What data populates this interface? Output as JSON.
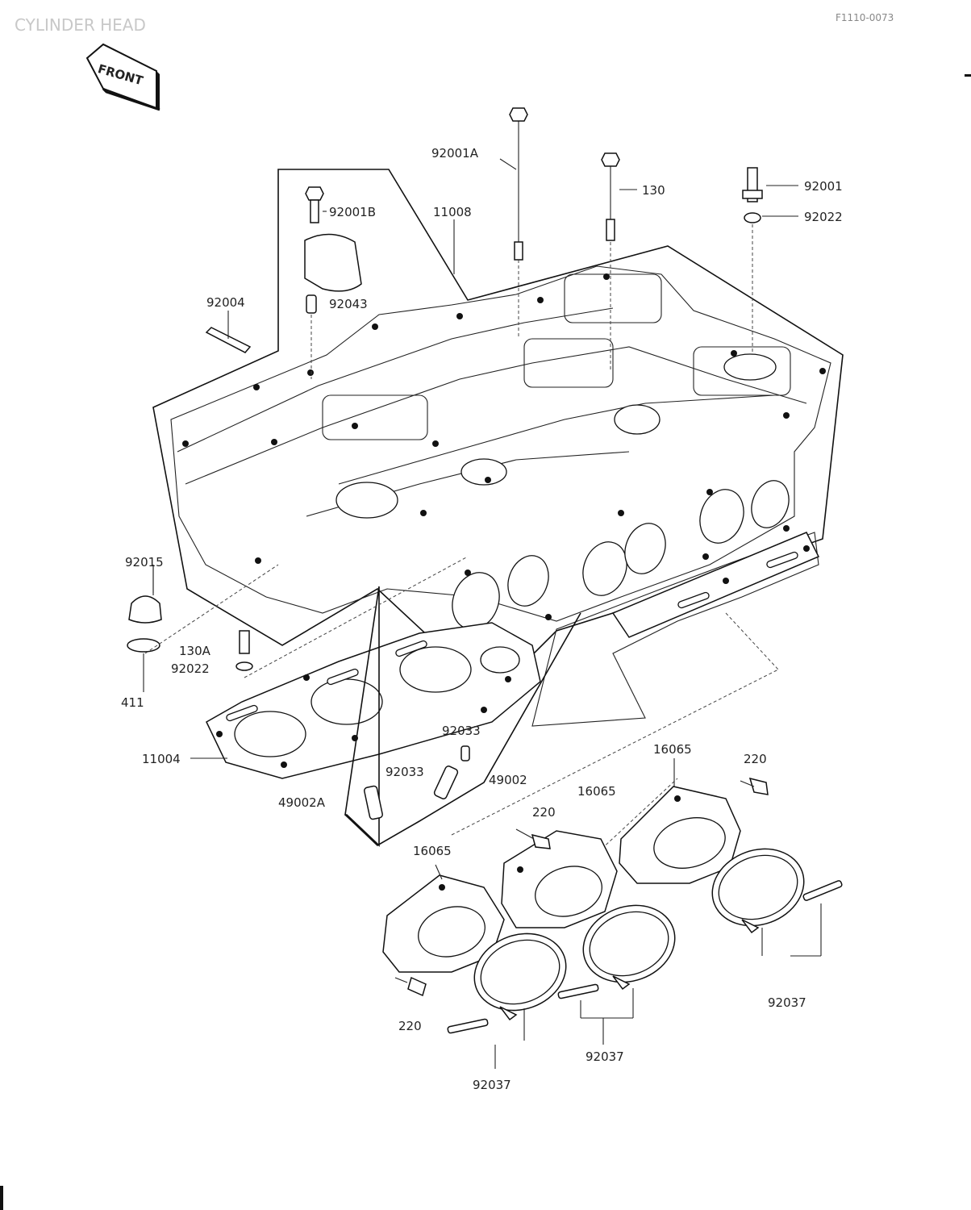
{
  "header": {
    "title": "CYLINDER HEAD",
    "figure_id": "F1110-0073"
  },
  "front_sign": {
    "text": "FRONT"
  },
  "parts": {
    "p92001A": "92001A",
    "p130": "130",
    "p92001": "92001",
    "p92022_top": "92022",
    "p92001B": "92001B",
    "p11008": "11008",
    "p92004": "92004",
    "p92043": "92043",
    "p92015": "92015",
    "p130A": "130A",
    "p92022_low": "92022",
    "p411": "411",
    "p11004": "11004",
    "p49002A": "49002A",
    "p92033_a": "92033",
    "p92033_b": "92033",
    "p49002": "49002",
    "p16065_a": "16065",
    "p16065_b": "16065",
    "p16065_c": "16065",
    "p220_a": "220",
    "p220_b": "220",
    "p220_c": "220",
    "p92037_a": "92037",
    "p92037_b": "92037",
    "p92037_c": "92037"
  }
}
